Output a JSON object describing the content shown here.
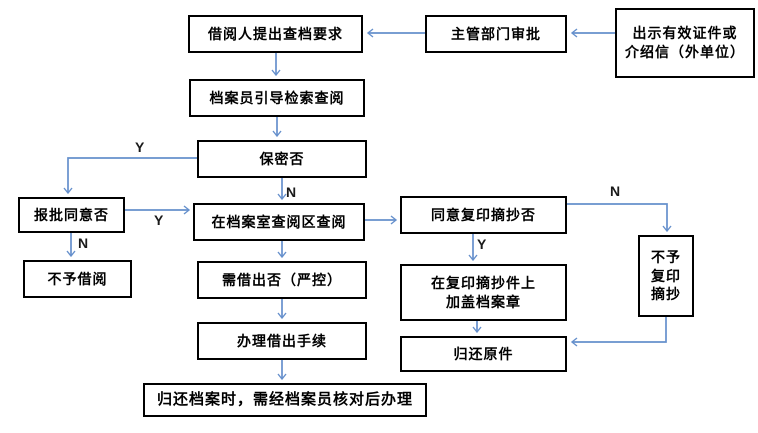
{
  "diagram": {
    "nodes": {
      "request": {
        "label": "借阅人提出查档要求"
      },
      "approval": {
        "label": "主管部门审批"
      },
      "credentials": {
        "lines": [
          "出示有效证件或",
          "介绍信（外单位）"
        ]
      },
      "archivist_guide": {
        "label": "档案员引导检索查阅"
      },
      "secrecy_check": {
        "label": "保密否"
      },
      "report_approval_check": {
        "label": "报批同意否"
      },
      "deny_borrow": {
        "label": "不予借阅"
      },
      "reading_room": {
        "label": "在档案室查阅区查阅"
      },
      "copy_permission_check": {
        "label": "同意复印摘抄否"
      },
      "deny_copy": {
        "lines": [
          "不予",
          "复印",
          "摘抄"
        ]
      },
      "borrow_check": {
        "label": "需借出否（严控）"
      },
      "stamp_copies": {
        "lines": [
          "在复印摘抄件上",
          "加盖档案章"
        ]
      },
      "borrow_procedure": {
        "label": "办理借出手续"
      },
      "return_original": {
        "label": "归还原件"
      },
      "return_archive": {
        "label": "归还档案时，需经档案员核对后办理"
      }
    },
    "edge_labels": {
      "yes": "Y",
      "no": "N"
    },
    "colors": {
      "arrow": "#6690CC",
      "box_border": "#000000",
      "text": "#000000",
      "edge_label": "#1A1A1A"
    }
  }
}
